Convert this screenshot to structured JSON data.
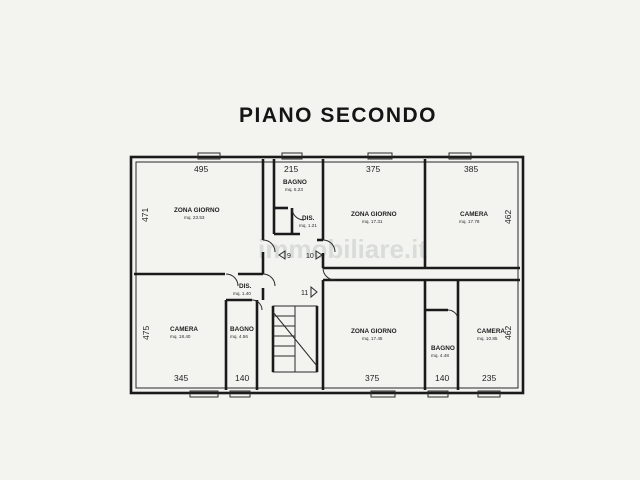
{
  "title": "PIANO SECONDO",
  "watermark": "immobiliare.it",
  "rooms": [
    {
      "label": "ZONA GIORNO",
      "area": "mq. 23.53"
    },
    {
      "label": "BAGNO",
      "area": "mq. 5.23"
    },
    {
      "label": "DIS.",
      "area": "mq. 1.21"
    },
    {
      "label": "ZONA GIORNO",
      "area": "mq. 17.31"
    },
    {
      "label": "CAMERA",
      "area": "mq. 17.78"
    },
    {
      "label": "DIS.",
      "area": "mq. 1.40"
    },
    {
      "label": "CAMERA",
      "area": "mq. 18.40"
    },
    {
      "label": "BAGNO",
      "area": "mq. 4.56"
    },
    {
      "label": "ZONA GIORNO",
      "area": "mq. 17.45"
    },
    {
      "label": "BAGNO",
      "area": "mq. 4.48"
    },
    {
      "label": "CAMERA",
      "area": "mq. 10.85"
    }
  ],
  "dimensions": [
    "495",
    "215",
    "375",
    "385",
    "471",
    "462",
    "475",
    "462",
    "345",
    "140",
    "375",
    "140",
    "235"
  ],
  "steps": [
    "9",
    "10",
    "11"
  ]
}
